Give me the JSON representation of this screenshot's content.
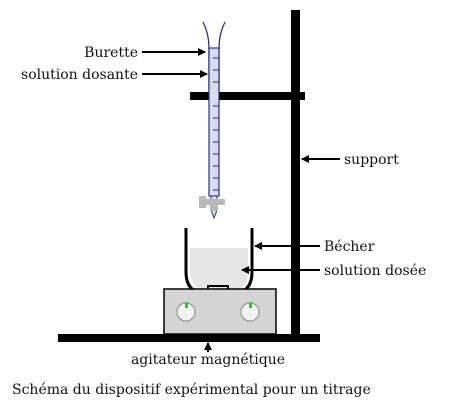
{
  "labels": {
    "burette": "Burette",
    "solution_dosante": "solution dosante",
    "support": "support",
    "becher": "Bécher",
    "solution_dosee": "solution dosée",
    "agitateur": "agitateur magnétique"
  },
  "caption": "Schéma du dispositif expérimental pour un titrage",
  "colors": {
    "line": "#000000",
    "burette_fill": "#d8dcf0",
    "burette_stroke": "#2f2f80",
    "solution": "#e6e6e6",
    "stirrer_body": "#d4d4d4",
    "knob": "#f2f2f2",
    "knob_indicator": "#25d025",
    "stopcock": "#b9b9b9"
  }
}
